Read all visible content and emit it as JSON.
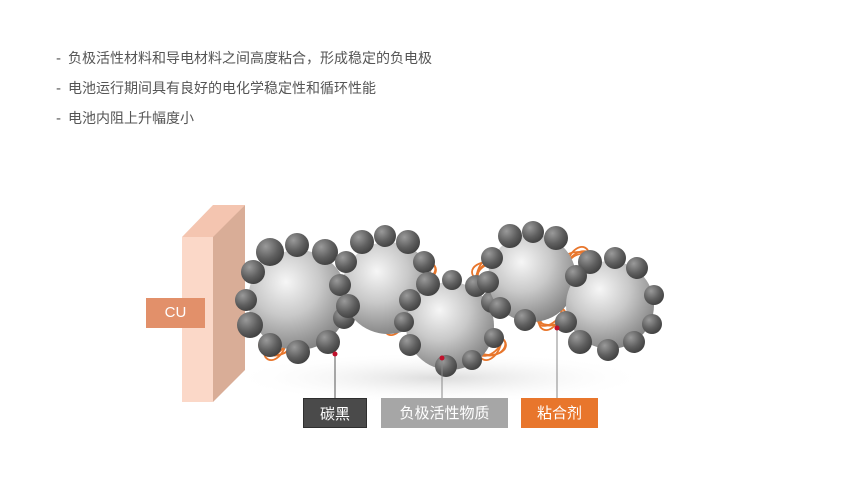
{
  "bullets": [
    {
      "dash": "-",
      "text": "负极活性材料和导电材料之间高度粘合，形成稳定的负电极"
    },
    {
      "dash": "-",
      "text": "电池运行期间具有良好的电化学稳定性和循环性能"
    },
    {
      "dash": "-",
      "text": "电池内阻上升幅度小"
    }
  ],
  "diagram": {
    "cu_label": "CU",
    "labels": {
      "carbon_black": "碳黑",
      "active_material": "负极活性物质",
      "binder": "粘合剂"
    }
  },
  "colors": {
    "cu_plate_front": "#fbd8c8",
    "cu_plate_side": "#d9ad97",
    "cu_label_bg": "#e2906a",
    "carbon_tag_bg": "#4a4a4a",
    "active_tag_bg": "#a6a6a6",
    "binder_tag_bg": "#e8762c",
    "binder_wire": "#e8762c",
    "pointer_dot": "#c0102b"
  }
}
